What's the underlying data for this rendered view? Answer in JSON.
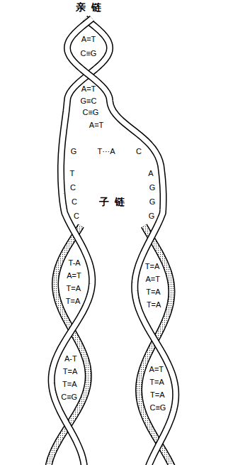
{
  "diagram": {
    "labels": [
      "亲链",
      "A=T",
      "C≡G",
      "A=T",
      "G≡C",
      "C≡G",
      "A=T",
      "G",
      "T···A",
      "C",
      "T",
      "C",
      "C",
      "C",
      "A",
      "G",
      "G",
      "G",
      "子链",
      "T-A",
      "A=T",
      "T=A",
      "T=A",
      "T=A",
      "A=T",
      "T=A",
      "T=A",
      "A-T",
      "T=A",
      "T=A",
      "C≡G",
      "A=T",
      "T=A",
      "T=A",
      "C≡G"
    ]
  }
}
